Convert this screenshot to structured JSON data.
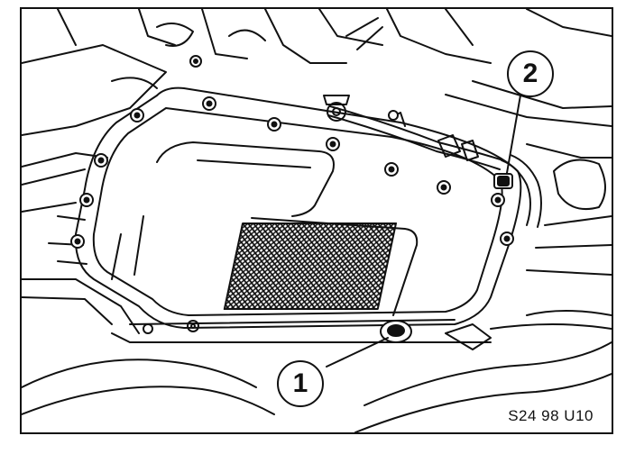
{
  "figure": {
    "code": "S24 98 U10"
  },
  "callouts": [
    {
      "number": "1"
    },
    {
      "number": "2"
    }
  ],
  "colors": {
    "line": "#111111",
    "background": "#ffffff"
  },
  "icons": [
    "drain-plug-icon",
    "fill-plug-icon"
  ]
}
